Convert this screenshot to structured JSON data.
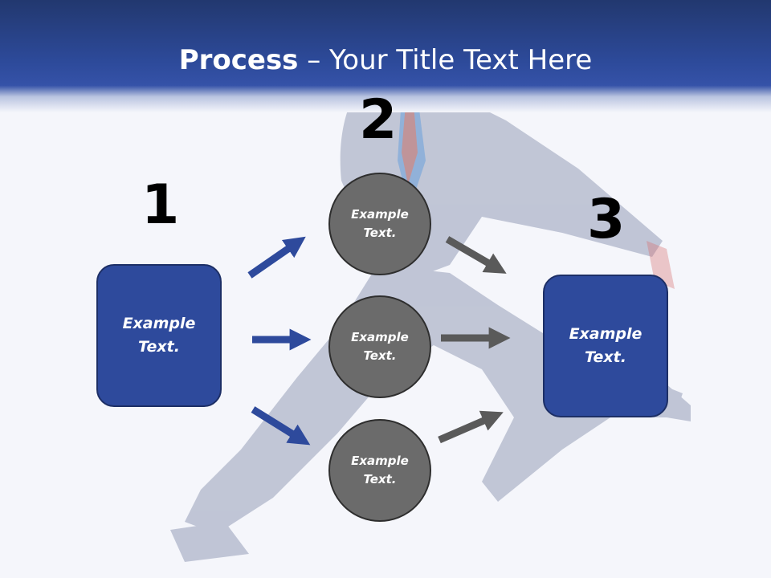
{
  "title": {
    "bold": "Process",
    "rest": " – Your Title Text Here"
  },
  "steps": {
    "one": "1",
    "two": "2",
    "three": "3"
  },
  "boxes": {
    "left": "Example Text.",
    "right": "Example Text."
  },
  "circles": {
    "top": "Example Text.",
    "middle": "Example Text.",
    "bottom": "Example Text."
  },
  "colors": {
    "header": "#2d4a9a",
    "box": "#2e4a9c",
    "circle": "#6b6b6b",
    "arrow_blue": "#2e4a9c",
    "arrow_gray": "#5a5a5a"
  }
}
